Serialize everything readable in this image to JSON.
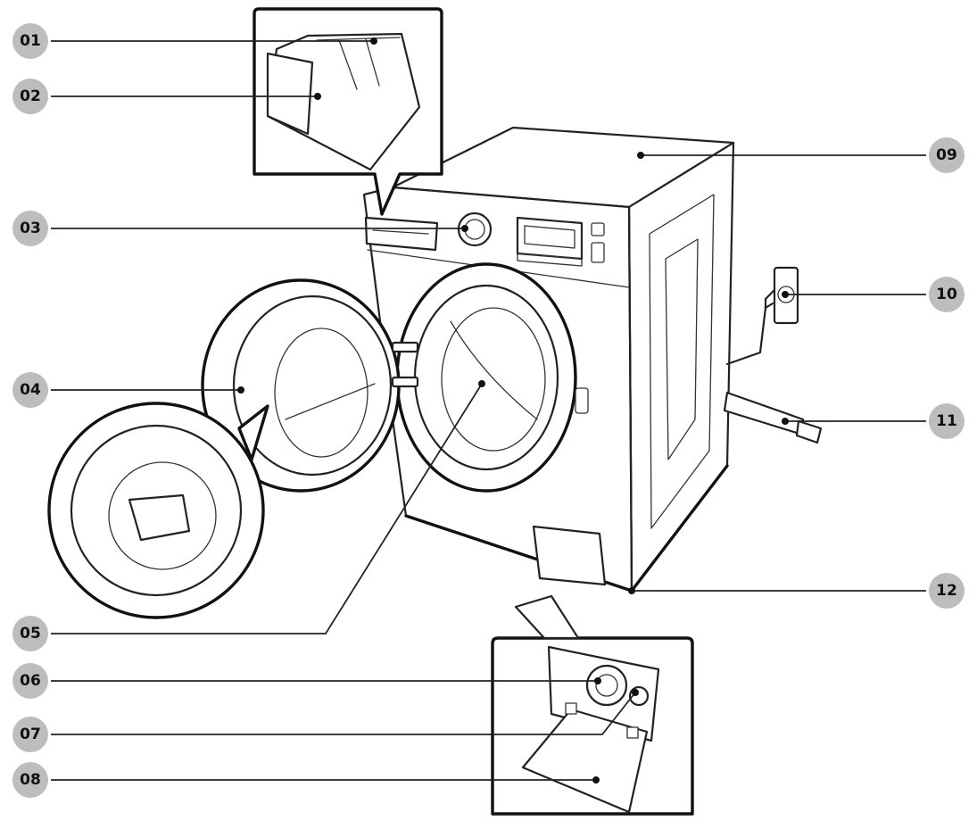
{
  "callouts": [
    {
      "id": "01"
    },
    {
      "id": "02"
    },
    {
      "id": "03"
    },
    {
      "id": "04"
    },
    {
      "id": "05"
    },
    {
      "id": "06"
    },
    {
      "id": "07"
    },
    {
      "id": "08"
    },
    {
      "id": "09"
    },
    {
      "id": "10"
    },
    {
      "id": "11"
    },
    {
      "id": "12"
    }
  ],
  "colors": {
    "line": "#222222",
    "badge": "#bdbdbd",
    "background": "#ffffff"
  }
}
